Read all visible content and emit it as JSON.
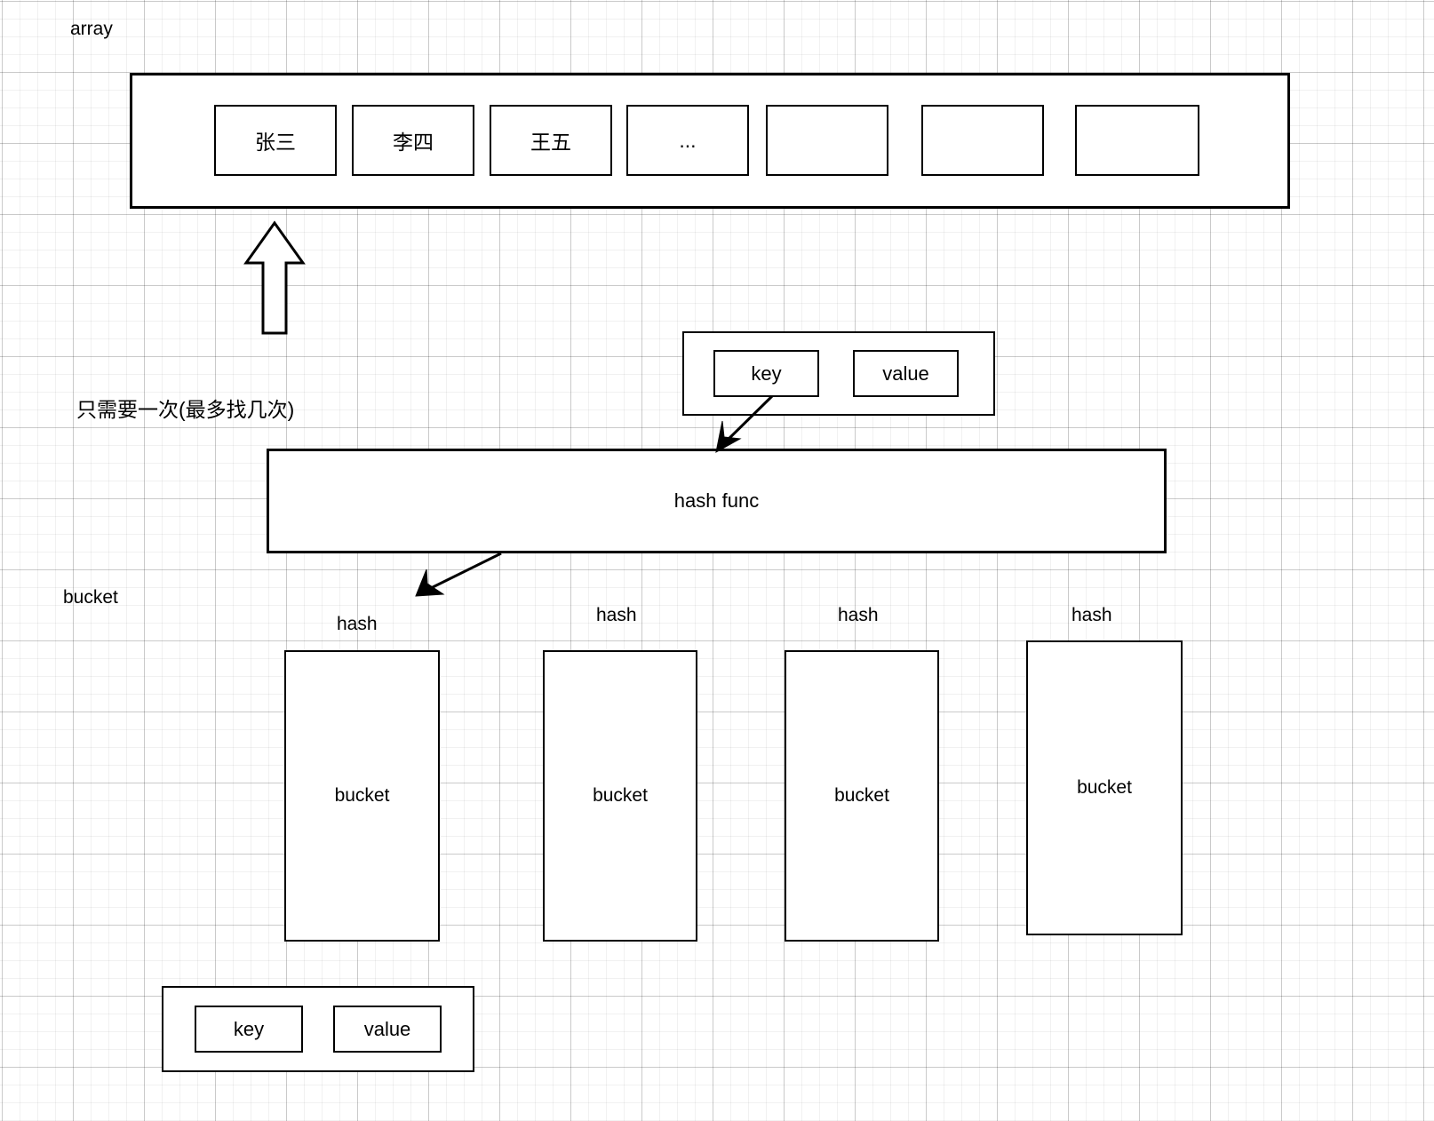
{
  "diagram": {
    "title_label": "array",
    "bucket_label": "bucket",
    "note_label": "只需要一次(最多找几次)",
    "hash_func_label": "hash func",
    "array_cells": [
      {
        "text": "张三"
      },
      {
        "text": "李四"
      },
      {
        "text": "王五"
      },
      {
        "text": "..."
      },
      {
        "text": ""
      },
      {
        "text": ""
      },
      {
        "text": ""
      }
    ],
    "top_pair": {
      "key_label": "key",
      "value_label": "value"
    },
    "bottom_pair": {
      "key_label": "key",
      "value_label": "value"
    },
    "buckets": [
      {
        "hash_label": "hash",
        "body_label": "bucket"
      },
      {
        "hash_label": "hash",
        "body_label": "bucket"
      },
      {
        "hash_label": "hash",
        "body_label": "bucket"
      },
      {
        "hash_label": "hash",
        "body_label": "bucket"
      }
    ],
    "colors": {
      "stroke": "#000000",
      "background": "#ffffff",
      "grid_minor": "#f0f0f0",
      "grid_major": "#d6d6d6"
    }
  }
}
